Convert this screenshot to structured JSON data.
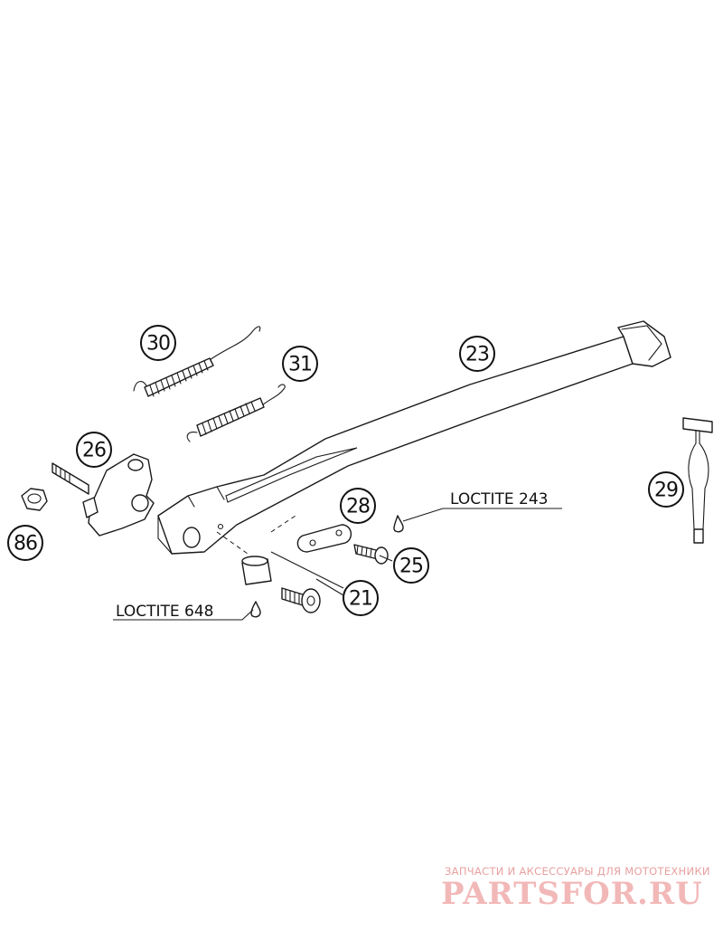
{
  "callouts": {
    "c30": "30",
    "c31": "31",
    "c23": "23",
    "c26": "26",
    "c86": "86",
    "c28": "28",
    "c25": "25",
    "c21": "21",
    "c29": "29"
  },
  "notes": {
    "loctite_243": "LOCTITE 243",
    "loctite_648": "LOCTITE 648"
  },
  "watermark": {
    "tagline": "ЗАПЧАСТИ И АКСЕССУАРЫ ДЛЯ МОТОТЕХНИКИ",
    "logo": "PARTSFOR.RU",
    "color": "#f2b8b8"
  }
}
